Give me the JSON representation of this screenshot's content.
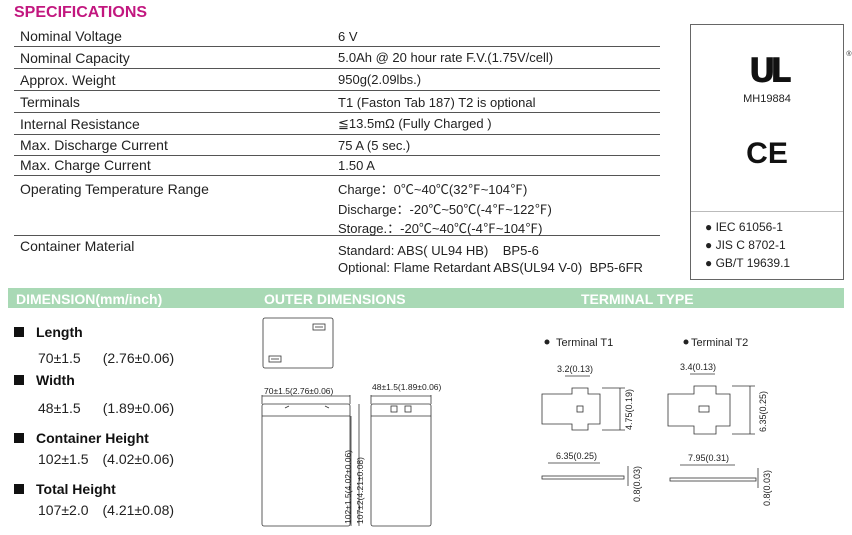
{
  "specifications": {
    "title": "SPECIFICATIONS",
    "rows": [
      {
        "label": "Nominal Voltage",
        "lines": [
          "6 V"
        ]
      },
      {
        "label": "Nominal Capacity",
        "lines": [
          "5.0Ah @ 20 hour rate F.V.(1.75V/cell)"
        ]
      },
      {
        "label": "Approx. Weight",
        "lines": [
          "950g(2.09lbs.)"
        ]
      },
      {
        "label": "Terminals",
        "lines": [
          "T1 (Faston Tab 187) T2 is optional"
        ]
      },
      {
        "label": "Internal Resistance",
        "lines": [
          "≦13.5mΩ (Fully Charged )"
        ]
      },
      {
        "label": "Max. Discharge Current",
        "lines": [
          "75 A (5 sec.)"
        ]
      },
      {
        "label": "Max. Charge Current",
        "lines": [
          "1.50 A"
        ]
      },
      {
        "label": "Operating Temperature Range",
        "lines": [
          "Charge：0℃~40℃(32℉~104℉)",
          "Discharge：-20℃~50℃(-4℉~122℉)",
          "Storage.：-20℃~40℃(-4℉~104℉)"
        ]
      },
      {
        "label": "Container Material",
        "lines": [
          "Standard: ABS( UL94 HB)    BP5-6",
          "Optional: Flame Retardant ABS(UL94 V-0)  BP5-6FR"
        ]
      }
    ]
  },
  "certifications": {
    "ul_mark": "UL",
    "ul_registered": "®",
    "ul_file": "MH19884",
    "ce_mark": "CE",
    "standards": [
      "IEC 61056-1",
      "JIS C 8702-1",
      "GB/T 19639.1"
    ]
  },
  "band": {
    "dimension_title": "DIMENSION(mm/inch)",
    "outer_title": "OUTER DIMENSIONS",
    "terminal_title": "TERMINAL TYPE"
  },
  "dimensions": [
    {
      "name": "Length",
      "value": "70±1.5",
      "inch": "(2.76±0.06)"
    },
    {
      "name": "Width",
      "value": "48±1.5",
      "inch": "(1.89±0.06)"
    },
    {
      "name": "Container Height",
      "value": "102±1.5",
      "inch": "(4.02±0.06)"
    },
    {
      "name": "Total Height",
      "value": "107±2.0",
      "inch": "(4.21±0.08)"
    }
  ],
  "outer_drawing": {
    "length_label": "70±1.5(2.76±0.06)",
    "width_label": "48±1.5(1.89±0.06)",
    "container_height_label": "102±1.5(4.02±0.06)",
    "total_height_label": "107±2(4.21±0.08)"
  },
  "terminals": {
    "t1": {
      "name": "Terminal T1",
      "top_width": "3.2(0.13)",
      "height": "4.75(0.19)",
      "bottom_width": "6.35(0.25)",
      "thickness": "0.8(0.03)"
    },
    "t2": {
      "name": "Terminal T2",
      "top_width": "3.4(0.13)",
      "height": "6.35(0.25)",
      "bottom_width": "7.95(0.31)",
      "thickness": "0.8(0.03)"
    }
  },
  "colors": {
    "title_magenta": "#c2177f",
    "band_green": "#a9d9b5"
  }
}
